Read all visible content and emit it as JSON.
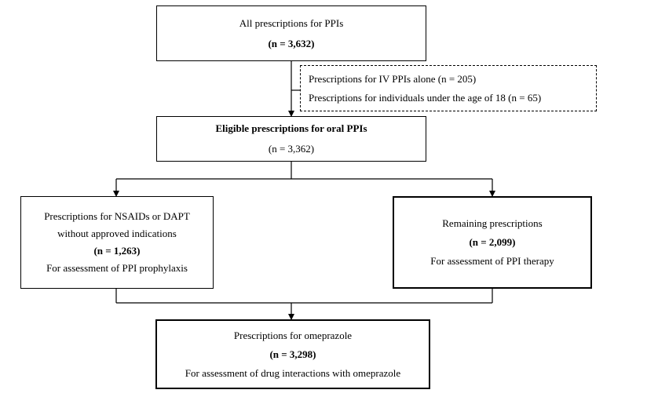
{
  "box_all": {
    "title": "All prescriptions for PPIs",
    "count": "(n = 3,632)"
  },
  "exclusions": {
    "iv": "Prescriptions for IV PPIs alone (n = 205)",
    "minors": "Prescriptions for individuals under the age of 18 (n = 65)"
  },
  "box_eligible": {
    "title": "Eligible prescriptions for oral PPIs",
    "count": "(n = 3,362)"
  },
  "box_nsaids": {
    "line1": "Prescriptions for NSAIDs or DAPT",
    "line2": "without approved indications",
    "count": "(n = 1,263)",
    "purpose": "For assessment of PPI prophylaxis"
  },
  "box_remaining": {
    "title": "Remaining prescriptions",
    "count": "(n = 2,099)",
    "purpose": "For assessment of PPI therapy"
  },
  "box_omeprazole": {
    "title": "Prescriptions for omeprazole",
    "count": "(n = 3,298)",
    "purpose": "For assessment of drug interactions with omeprazole"
  }
}
